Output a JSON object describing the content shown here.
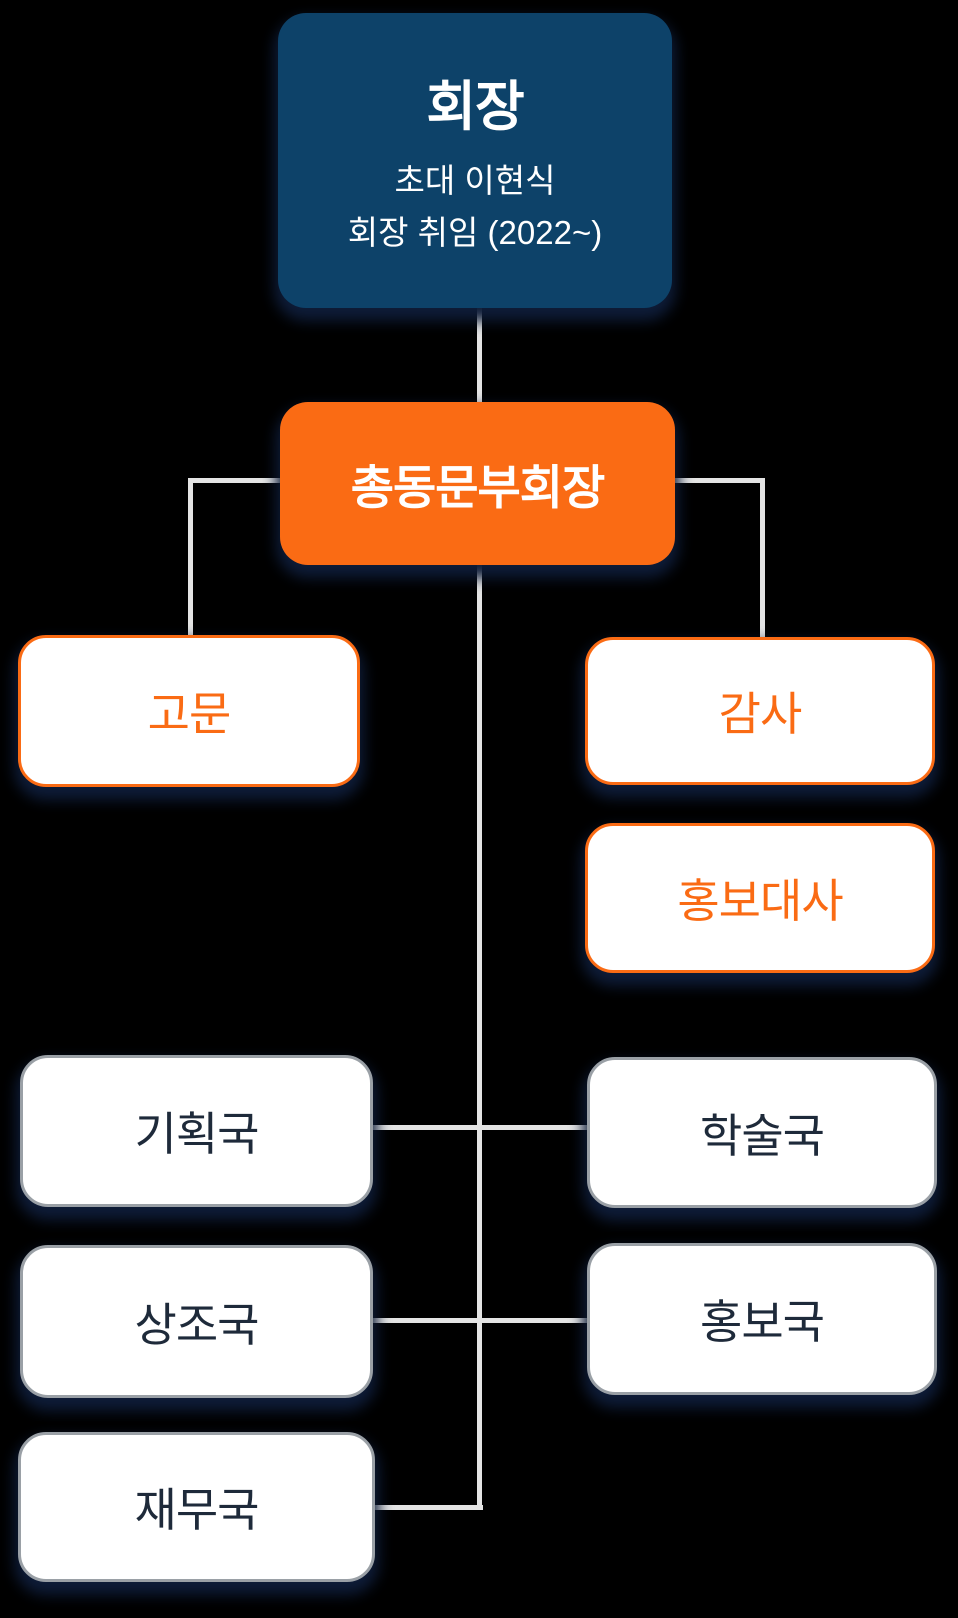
{
  "background_color": "#000000",
  "colors": {
    "chairman_box_bg": "#0d4269",
    "accent_orange": "#fa6b14",
    "box_bg_white": "#ffffff",
    "gray_border": "#9aa0a6",
    "dark_text": "#1e2a3a",
    "white_text": "#ffffff",
    "connector_line": "#e4e4e4",
    "shadow_navy": "#0e1c38"
  },
  "org_chart": {
    "chairman": {
      "title": "회장",
      "subtitle_line1": "초대 이현식",
      "subtitle_line2": "회장 취임 (2022~)"
    },
    "vice_chairman": {
      "label": "총동문부회장"
    },
    "advisor": {
      "label": "고문"
    },
    "auditor": {
      "label": "감사"
    },
    "ambassador": {
      "label": "홍보대사"
    },
    "departments": [
      {
        "label": "기획국"
      },
      {
        "label": "학술국"
      },
      {
        "label": "상조국"
      },
      {
        "label": "홍보국"
      },
      {
        "label": "재무국"
      }
    ]
  }
}
